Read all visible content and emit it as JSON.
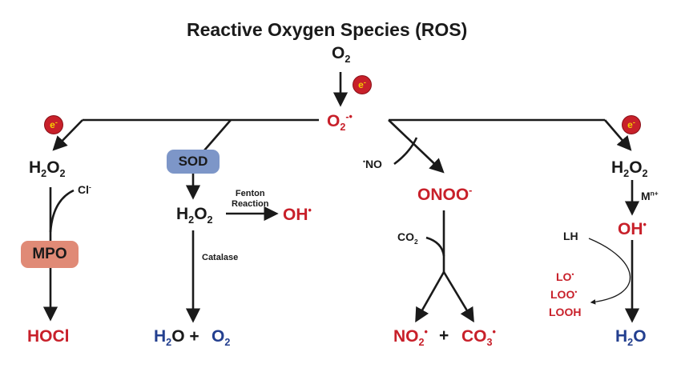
{
  "title": "Reactive Oxygen Species (ROS)",
  "electron_symbol": "e",
  "electron_charge": "-",
  "top": {
    "o2_symbol": "O",
    "o2_sub": "2"
  },
  "center": {
    "symbol": "O",
    "sub": "2",
    "sup": "-•"
  },
  "left_branch": {
    "h2o2": {
      "symbol": "H",
      "sub1": "2",
      "mid": "O",
      "sub2": "2"
    },
    "chloride": {
      "symbol": "Cl",
      "sup": "-"
    },
    "enzyme": "MPO",
    "product": "HOCl"
  },
  "sod_branch": {
    "enzyme": "SOD",
    "h2o2": {
      "symbol": "H",
      "sub1": "2",
      "mid": "O",
      "sub2": "2"
    },
    "fenton_line1": "Fenton",
    "fenton_line2": "Reaction",
    "oh": {
      "symbol": "OH",
      "sup": "•"
    },
    "catalase": "Catalase",
    "water": {
      "symbol": "H",
      "sub": "2",
      "tail": "O +"
    },
    "oxygen": {
      "symbol": "O",
      "sub": "2"
    }
  },
  "no_branch": {
    "nitric_oxide": {
      "dot": "•",
      "symbol": "NO"
    },
    "peroxynitrite": {
      "symbol": "ONOO",
      "sup": "-"
    },
    "co2": {
      "symbol": "CO",
      "sub": "2"
    },
    "no2": {
      "symbol": "NO",
      "sub": "2",
      "sup": "•"
    },
    "plus": "+",
    "co3": {
      "symbol": "CO",
      "sub": "3",
      "sup": "•"
    }
  },
  "right_branch": {
    "h2o2": {
      "symbol": "H",
      "sub1": "2",
      "mid": "O",
      "sub2": "2"
    },
    "metal": {
      "symbol": "M",
      "sup": "n+"
    },
    "oh": {
      "symbol": "OH",
      "sup": "•"
    },
    "lh": "LH",
    "lo": {
      "symbol": "LO",
      "sup": "•"
    },
    "loo": {
      "symbol": "LOO",
      "sup": "•"
    },
    "looh": "LOOH",
    "water": {
      "symbol": "H",
      "sub": "2",
      "tail": "O"
    }
  },
  "colors": {
    "red": "#c8202a",
    "blue": "#233f8f",
    "black": "#1a1a1a",
    "sod_fill": "#7d96c8",
    "mpo_fill": "#e08a76",
    "electron_text": "#f4d200"
  }
}
